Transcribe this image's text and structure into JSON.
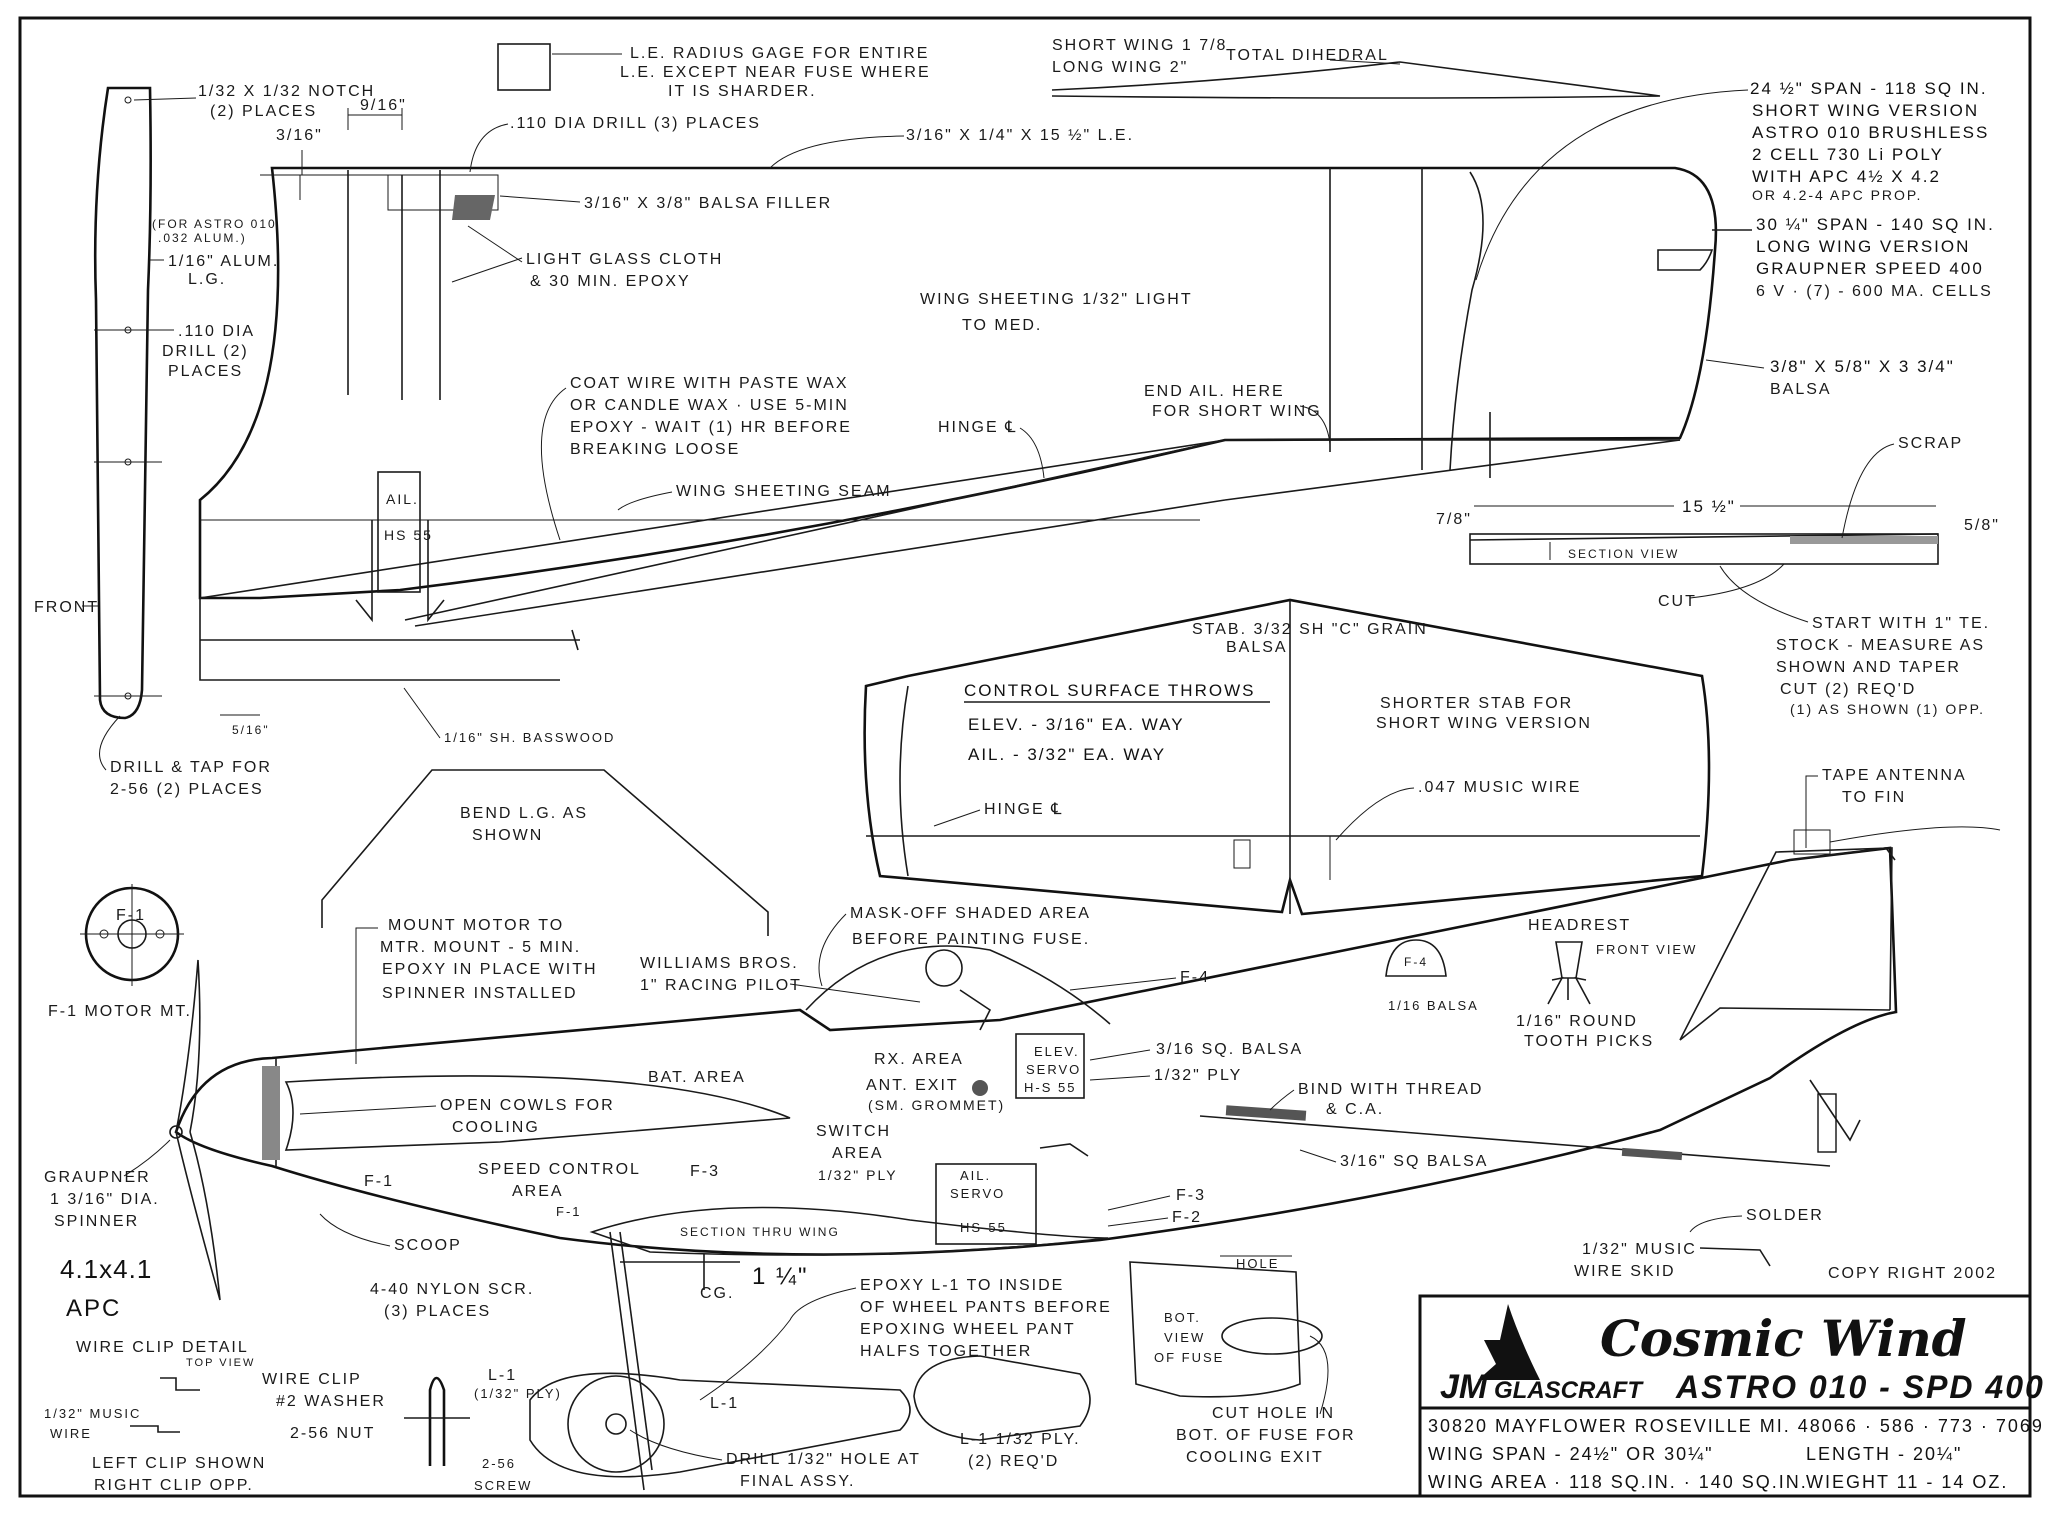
{
  "title_block": {
    "title": "Cosmic Wind",
    "subtitle": "ASTRO 010 - SPD 400",
    "logo_main": "JM",
    "logo_rest": "GLASCRAFT",
    "address": "30820 MAYFLOWER ROSEVILLE MI. 48066 · 586 · 773 · 7069",
    "wing_span": "WING SPAN - 24½\" OR 30¼\"",
    "length": "LENGTH - 20¼\"",
    "wing_area": "WING AREA · 118 SQ.IN. · 140 SQ.IN.",
    "weight": "WIEGHT  11 - 14 OZ."
  },
  "copyright": "COPY RIGHT 2002",
  "labels": {
    "notch": "1/32 X 1/32 NOTCH",
    "notch2": "(2) PLACES",
    "le_gage1": "L.E. RADIUS GAGE FOR ENTIRE",
    "le_gage2": "L.E. EXCEPT NEAR FUSE WHERE",
    "le_gage3": "IT IS SHARDER.",
    "dihedral_short": "SHORT WING 1 7/8",
    "dihedral_long": "LONG WING  2\"",
    "dihedral_total": "TOTAL DIHEDRAL",
    "span_short1": "24 ½\" SPAN - 118 SQ IN.",
    "span_short2": "SHORT WING VERSION",
    "span_short3": "ASTRO 010 BRUSHLESS",
    "span_short4": "2 CELL 730 Li POLY",
    "span_short5": "WITH APC 4½ X 4.2",
    "span_short6": "OR 4.2-4 APC   PROP.",
    "span_long1": "30 ¼\" SPAN - 140 SQ IN.",
    "span_long2": "LONG WING VERSION",
    "span_long3": "GRAUPNER SPEED 400",
    "span_long4": "6 V · (7) - 600 MA. CELLS",
    "dim_3_16": "3/16\"",
    "dim_9_16": "9/16\"",
    "drill_110": ".110 DIA DRILL (3) PLACES",
    "le_strip": "3/16\" X 1/4\" X 15 ½\" L.E.",
    "balsa_filler": "3/16\" X 3/8\" BALSA  FILLER",
    "astro_note1": "(FOR ASTRO 010",
    "astro_note2": ".032 ALUM.)",
    "lg_alum1": "1/16\" ALUM.",
    "lg_alum2": "L.G.",
    "glass1": "LIGHT GLASS CLOTH",
    "glass2": "& 30 MIN. EPOXY",
    "sheeting1": "WING SHEETING 1/32\" LIGHT",
    "sheeting2": "TO MED.",
    "drill_110b1": ".110 DIA",
    "drill_110b2": "DRILL (2)",
    "drill_110b3": "PLACES",
    "tip_block1": "3/8\" X 5/8\" X 3 3/4\"",
    "tip_block2": "BALSA",
    "coat1": "COAT WIRE WITH PASTE WAX",
    "coat2": "OR CANDLE WAX · USE 5-MIN",
    "coat3": "EPOXY - WAIT (1) HR BEFORE",
    "coat4": "BREAKING LOOSE",
    "end_ail1": "END AIL. HERE",
    "end_ail2": "FOR SHORT WING",
    "hinge": "HINGE ℄",
    "ail": "AIL.",
    "hs55": "HS 55",
    "seam": "WING SHEETING SEAM",
    "front": "FRONT",
    "scrap": "SCRAP",
    "te_len": "15 ½\"",
    "te_7_8": "7/8\"",
    "te_5_8": "5/8\"",
    "section_view": "SECTION VIEW",
    "cut": "CUT",
    "start1": "START WITH 1\" TE.",
    "start2": "STOCK - MEASURE AS",
    "start3": "SHOWN AND TAPER",
    "start4": "CUT (2) REQ'D",
    "start5": "(1) AS SHOWN (1) OPP.",
    "stab1": "STAB. 3/32 SH \"C\" GRAIN",
    "stab2": "BALSA",
    "throws_title": "CONTROL SURFACE THROWS",
    "throw_elev": "ELEV. - 3/16\" EA. WAY",
    "throw_ail": "AIL. - 3/32\" EA. WAY",
    "shorter1": "SHORTER STAB FOR",
    "shorter2": "SHORT WING VERSION",
    "music_wire": ".047 MUSIC WIRE",
    "dim_5_16": "5/16\"",
    "basswood": "1/16\" SH. BASSWOOD",
    "drill_tap1": "DRILL & TAP FOR",
    "drill_tap2": "2-56  (2) PLACES",
    "bend1": "BEND L.G. AS",
    "bend2": "SHOWN",
    "tape1": "TAPE ANTENNA",
    "tape2": "TO FIN",
    "f1": "F-1",
    "f1_motor": "F-1 MOTOR MT.",
    "mount1": "MOUNT MOTOR TO",
    "mount2": "MTR. MOUNT - 5 MIN.",
    "mount3": "EPOXY IN PLACE WITH",
    "mount4": "SPINNER  INSTALLED",
    "mask1": "MASK-OFF SHADED AREA",
    "mask2": "BEFORE PAINTING FUSE.",
    "pilot1": "WILLIAMS BROS.",
    "pilot2": "1\" RACING PILOT",
    "headrest": "HEADREST",
    "front_view": "FRONT VIEW",
    "f4": "F-4",
    "f4_balsa": "1/16 BALSA",
    "picks1": "1/16\" ROUND",
    "picks2": "TOOTH PICKS",
    "rx": "RX. AREA",
    "ant1": "ANT. EXIT",
    "ant2": "(SM. GROMMET)",
    "elev_servo1": "ELEV.",
    "elev_servo2": "SERVO",
    "elev_servo3": "H-S 55",
    "sq_balsa": "3/16 SQ. BALSA",
    "ply_1_32": "1/32\" PLY",
    "bind1": "BIND WITH THREAD",
    "bind2": "& C.A.",
    "bat": "BAT. AREA",
    "cowl1": "OPEN COWLS FOR",
    "cowl2": "COOLING",
    "switch1": "SWITCH",
    "switch2": "AREA",
    "speed1": "SPEED CONTROL",
    "speed2": "AREA",
    "f3": "F-3",
    "f2": "F-2",
    "ail_servo1": "AIL.",
    "ail_servo2": "SERVO",
    "ail_servo3": "HS-55",
    "section_thru": "SECTION THRU WING",
    "sq_balsa2": "3/16\" SQ BALSA",
    "spinner1": "GRAUPNER",
    "spinner2": "1 3/16\" DIA.",
    "spinner3": "SPINNER",
    "scoop": "SCOOP",
    "nylon1": "4-40 NYLON SCR.",
    "nylon2": "(3) PLACES",
    "cg_dim": "1 ¼\"",
    "cg": "CG.",
    "hole": "HOLE",
    "solder": "SOLDER",
    "skid1": "1/32\" MUSIC",
    "skid2": "WIRE SKID",
    "prop1": "4.1x4.1",
    "prop2": "APC",
    "epoxy1": "EPOXY L-1 TO INSIDE",
    "epoxy2": "OF WHEEL PANTS BEFORE",
    "epoxy3": "EPOXING WHEEL PANT",
    "epoxy4": "HALFS TOGETHER",
    "wire_clip_detail": "WIRE CLIP DETAIL",
    "top_view": "TOP VIEW",
    "wire_clip": "WIRE CLIP",
    "washer": "#2 WASHER",
    "nut": "2-56 NUT",
    "music_wire2a": "1/32\" MUSIC",
    "music_wire2b": "WIRE",
    "left_clip1": "LEFT CLIP SHOWN",
    "left_clip2": "RIGHT CLIP OPP.",
    "screw1": "2-56",
    "screw2": "SCREW",
    "l1": "L-1",
    "l1_ply": "(1/32\" PLY)",
    "drill_hole1": "DRILL 1/32\" HOLE AT",
    "drill_hole2": "FINAL ASSY.",
    "l1_req1": "L-1 1/32 PLY.",
    "l1_req2": "(2) REQ'D",
    "bot1": "BOT.",
    "bot2": "VIEW",
    "bot3": "OF FUSE",
    "cut_hole1": "CUT HOLE IN",
    "cut_hole2": "BOT. OF FUSE FOR",
    "cut_hole3": "COOLING  EXIT"
  }
}
